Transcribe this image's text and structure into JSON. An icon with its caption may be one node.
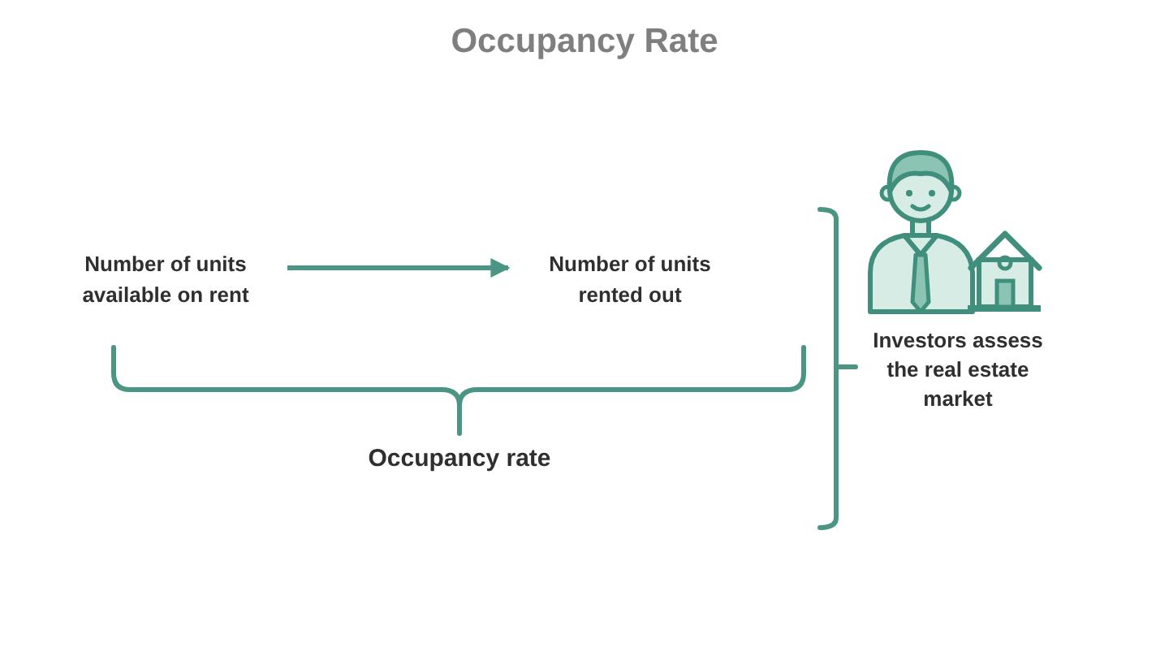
{
  "diagram": {
    "title": "Occupancy Rate",
    "nodes": [
      {
        "text": [
          "Number of units available on rent"
        ]
      },
      {
        "text": [
          "Number of units rented out"
        ]
      }
    ],
    "edges": [
      {
        "from": 0,
        "to": 1,
        "arrow": "to"
      }
    ],
    "labels": [
      "Occupancy rate",
      "Investors assess the real estate market"
    ]
  }
}
